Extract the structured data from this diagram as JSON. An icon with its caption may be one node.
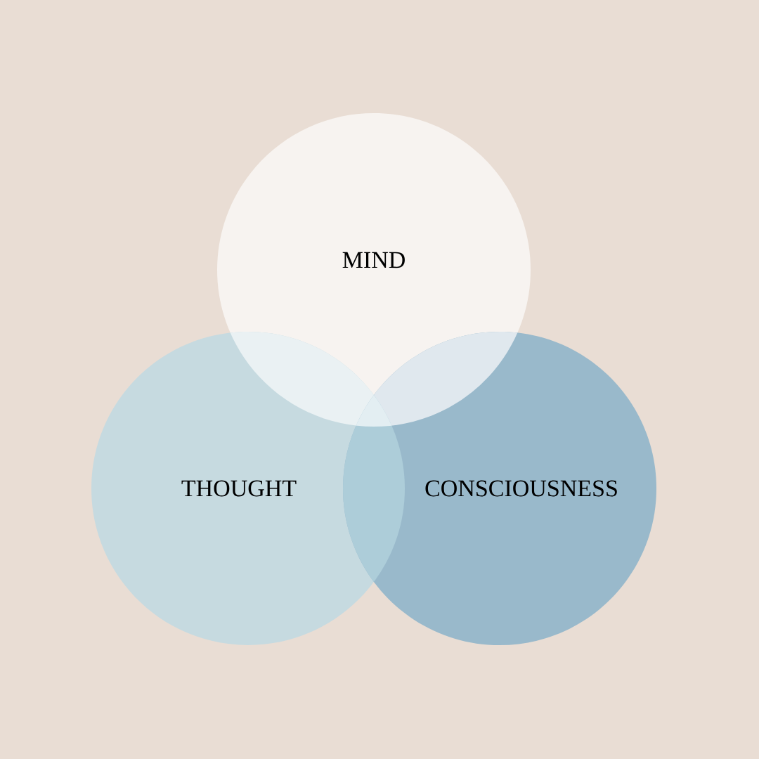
{
  "diagram": {
    "nodes": [
      {
        "text": [
          "MIND"
        ]
      },
      {
        "text": [
          "THOUGHT"
        ]
      },
      {
        "text": [
          "CONSCIOUSNESS"
        ]
      }
    ]
  }
}
